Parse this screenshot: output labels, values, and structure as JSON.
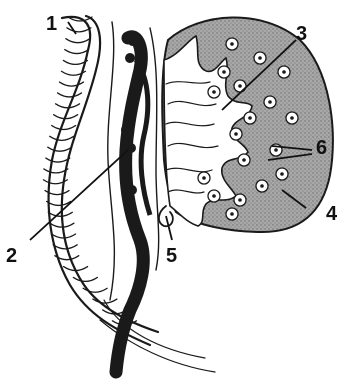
{
  "labels": [
    {
      "id": "1",
      "text": "1"
    },
    {
      "id": "2",
      "text": "2"
    },
    {
      "id": "3",
      "text": "3"
    },
    {
      "id": "4",
      "text": "4"
    },
    {
      "id": "5",
      "text": "5"
    },
    {
      "id": "6",
      "text": "6"
    }
  ],
  "colors": {
    "ink": "#1a1a1a",
    "stipple": "#8a8a8a",
    "background": "#ffffff"
  }
}
